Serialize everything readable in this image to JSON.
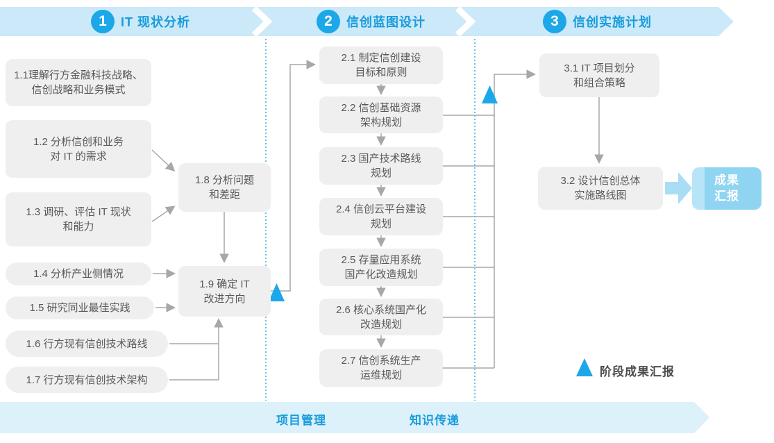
{
  "phases": [
    {
      "number": "1",
      "title": "IT 现状分析",
      "steps": [
        "1.1理解行方金融科技战略、\n信创战略和业务模式",
        "1.2 分析信创和业务\n对 IT 的需求",
        "1.3 调研、评估 IT 现状\n和能力",
        "1.4 分析产业侧情况",
        "1.5 研究同业最佳实践",
        "1.6 行方现有信创技术路线",
        "1.7 行方现有信创技术架构",
        "1.8 分析问题\n和差距",
        "1.9 确定 IT\n改进方向"
      ]
    },
    {
      "number": "2",
      "title": "信创蓝图设计",
      "steps": [
        "2.1 制定信创建设\n目标和原则",
        "2.2 信创基础资源\n架构规划",
        "2.3 国产技术路线\n规划",
        "2.4 信创云平台建设\n规划",
        "2.5 存量应用系统\n国产化改造规划",
        "2.6 核心系统国产化\n改造规划",
        "2.7 信创系统生产\n运维规划"
      ]
    },
    {
      "number": "3",
      "title": "信创实施计划",
      "steps": [
        "3.1 IT 项目划分\n和组合策略",
        "3.2 设计信创总体\n实施路线图"
      ]
    }
  ],
  "result": {
    "label": "成果\n汇报"
  },
  "legend": {
    "label": "阶段成果汇报"
  },
  "footer": {
    "project_management": "项目管理",
    "knowledge_transfer": "知识传递"
  },
  "colors": {
    "accent_blue": "#1BA7E8",
    "title_blue": "#189CDC",
    "band_light_blue": "#CBE9F8",
    "footer_band_blue": "#DDF1FB",
    "box_gray": "#EFEFEF",
    "box_text": "#58595B",
    "connector_gray": "#A5A7AA",
    "result_box_blue": "#8FD4F1",
    "fat_arrow_blue": "#A9DDF6",
    "dotted_line_blue": "#35ADE3"
  }
}
